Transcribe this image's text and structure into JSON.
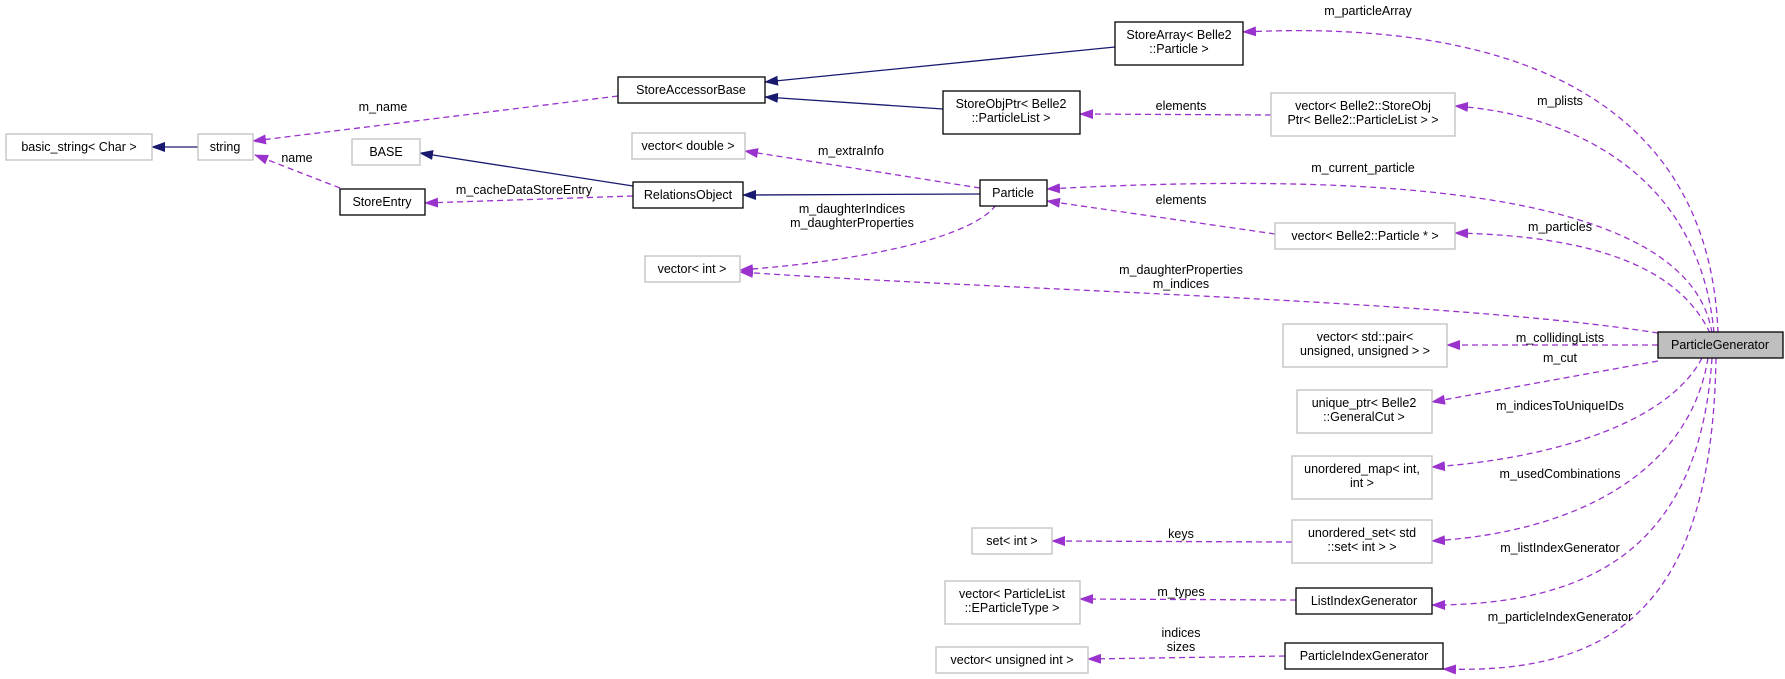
{
  "nodes": {
    "particle_generator": [
      "ParticleGenerator"
    ],
    "store_array": [
      "StoreArray< Belle2",
      "::Particle >"
    ],
    "store_accessor_base": [
      "StoreAccessorBase"
    ],
    "store_obj_ptr": [
      "StoreObjPtr< Belle2",
      "::ParticleList >"
    ],
    "vector_storeobjptr": [
      "vector< Belle2::StoreObj",
      "Ptr< Belle2::ParticleList > >"
    ],
    "basic_string": [
      "basic_string< Char >"
    ],
    "string": [
      "string"
    ],
    "base": [
      "BASE"
    ],
    "vector_double": [
      "vector< double >"
    ],
    "store_entry": [
      "StoreEntry"
    ],
    "relations_object": [
      "RelationsObject"
    ],
    "particle": [
      "Particle"
    ],
    "vector_particle_ptr": [
      "vector< Belle2::Particle * >"
    ],
    "vector_int": [
      "vector< int >"
    ],
    "vector_pair": [
      "vector< std::pair<",
      "unsigned, unsigned > >"
    ],
    "unique_ptr_cut": [
      "unique_ptr< Belle2",
      "::GeneralCut >"
    ],
    "unordered_map": [
      "unordered_map< int,",
      "int >"
    ],
    "set_int": [
      "set< int >"
    ],
    "unordered_set": [
      "unordered_set< std",
      "::set< int > >"
    ],
    "vector_particlelist_type": [
      "vector< ParticleList",
      "::EParticleType >"
    ],
    "list_index_generator": [
      "ListIndexGenerator"
    ],
    "vector_unsigned_int": [
      "vector< unsigned int >"
    ],
    "particle_index_generator": [
      "ParticleIndexGenerator"
    ]
  },
  "labels": {
    "m_particleArray": [
      "m_particleArray"
    ],
    "m_name": [
      "m_name"
    ],
    "elements_plist": [
      "elements"
    ],
    "m_plists": [
      "m_plists"
    ],
    "name": [
      "name"
    ],
    "m_extraInfo": [
      "m_extraInfo"
    ],
    "m_current_particle": [
      "m_current_particle"
    ],
    "m_cacheDataStoreEntry": [
      "m_cacheDataStoreEntry"
    ],
    "elements_particle": [
      "elements"
    ],
    "m_daughter": [
      "m_daughterIndices",
      "m_daughterProperties"
    ],
    "m_particles": [
      "m_particles"
    ],
    "m_indices": [
      "m_daughterProperties",
      "m_indices"
    ],
    "m_collidingLists": [
      "m_collidingLists"
    ],
    "m_cut": [
      "m_cut"
    ],
    "m_indicesToUniqueIDs": [
      "m_indicesToUniqueIDs"
    ],
    "m_usedCombinations": [
      "m_usedCombinations"
    ],
    "keys": [
      "keys"
    ],
    "m_listIndexGenerator": [
      "m_listIndexGenerator"
    ],
    "m_types": [
      "m_types"
    ],
    "indices_sizes": [
      "indices",
      "sizes"
    ],
    "m_particleIndexGenerator": [
      "m_particleIndexGenerator"
    ]
  },
  "colors": {
    "inheritance": "#191970",
    "member": "#9a32cd",
    "focus_fill": "#bfbfbf",
    "gray_border": "#bfbfbf"
  }
}
